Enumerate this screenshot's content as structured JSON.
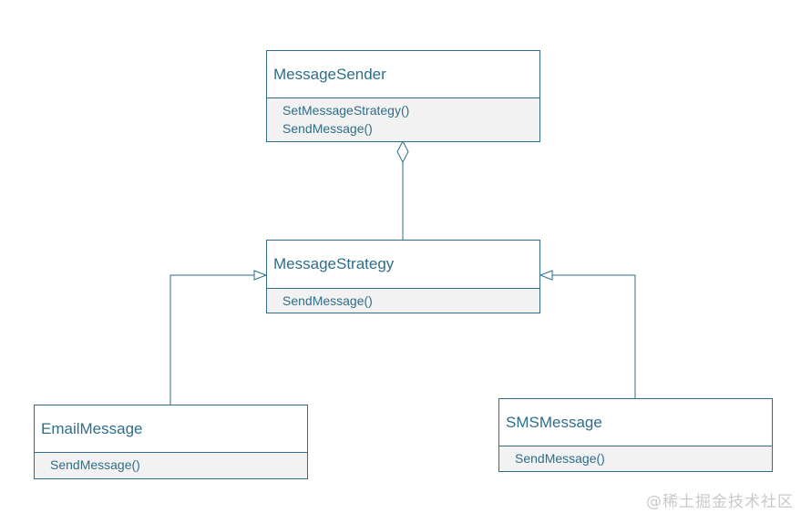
{
  "classes": {
    "message_sender": {
      "name": "MessageSender",
      "methods": [
        "SetMessageStrategy()",
        "SendMessage()"
      ]
    },
    "message_strategy": {
      "name": "MessageStrategy",
      "methods": [
        "SendMessage()"
      ]
    },
    "email_message": {
      "name": "EmailMessage",
      "methods": [
        "SendMessage()"
      ]
    },
    "sms_message": {
      "name": "SMSMessage",
      "methods": [
        "SendMessage()"
      ]
    }
  },
  "watermark": "@稀土掘金技术社区",
  "colors": {
    "line": "#2e6e8a",
    "method_bg": "#f2f2f2"
  }
}
